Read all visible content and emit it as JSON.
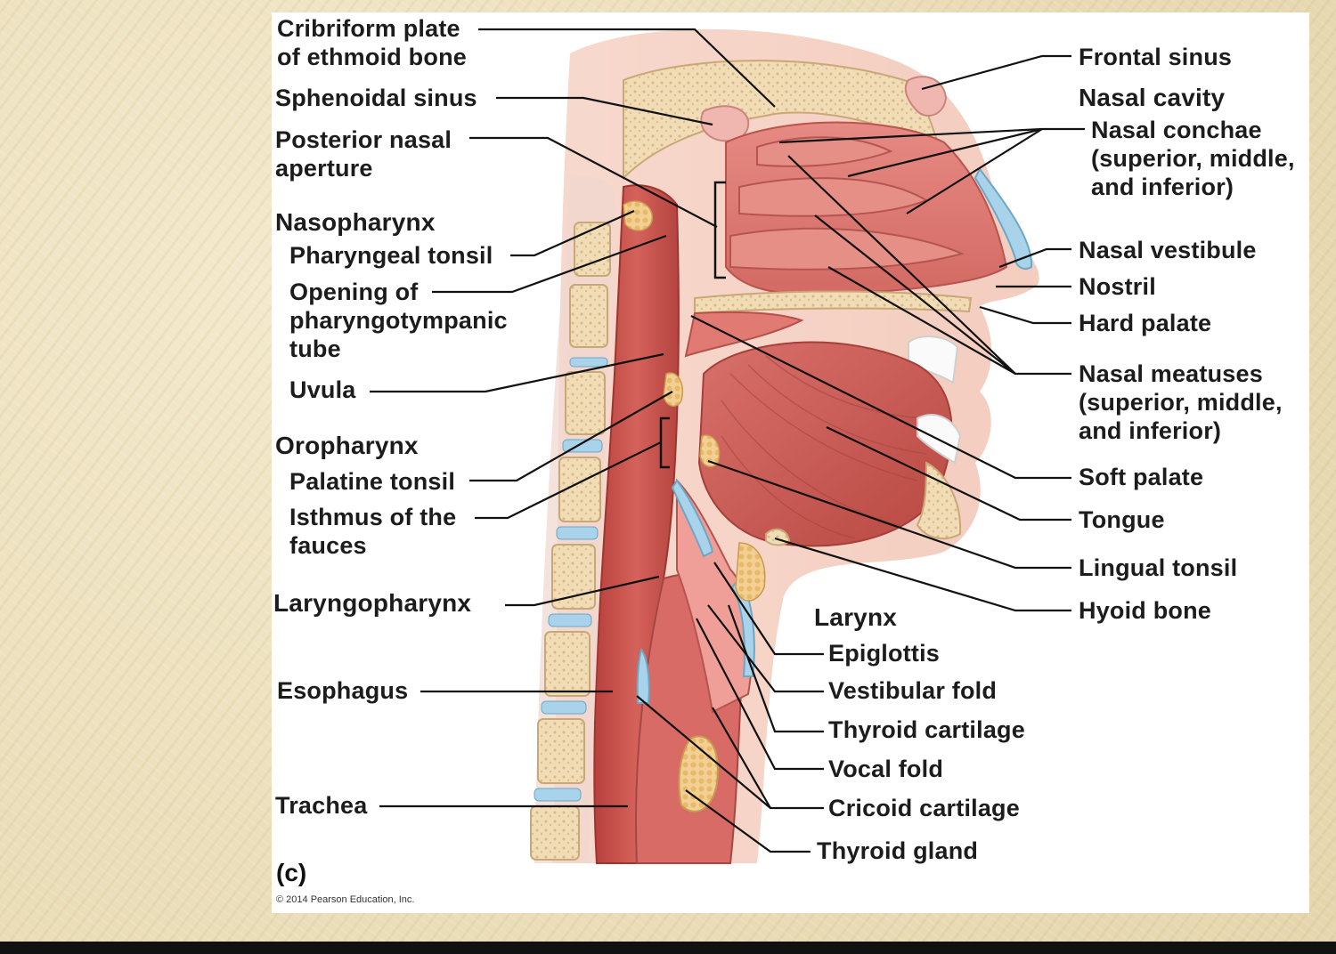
{
  "labels": {
    "cribriform": "Cribriform plate\nof ethmoid bone",
    "sphenoidal_sinus": "Sphenoidal sinus",
    "posterior_nasal_aperture": "Posterior nasal\naperture",
    "nasopharynx": "Nasopharynx",
    "pharyngeal_tonsil": "Pharyngeal tonsil",
    "opening_tube": "Opening of\npharyngotympanic\ntube",
    "uvula": "Uvula",
    "oropharynx": "Oropharynx",
    "palatine_tonsil": "Palatine tonsil",
    "isthmus": "Isthmus of the\nfauces",
    "laryngopharynx": "Laryngopharynx",
    "esophagus": "Esophagus",
    "trachea": "Trachea",
    "frontal_sinus": "Frontal sinus",
    "nasal_cavity": "Nasal cavity",
    "nasal_conchae": "Nasal conchae\n(superior, middle,\nand inferior)",
    "nasal_vestibule": "Nasal vestibule",
    "nostril": "Nostril",
    "hard_palate": "Hard palate",
    "nasal_meatuses": "Nasal meatuses\n(superior, middle,\nand inferior)",
    "soft_palate": "Soft palate",
    "tongue": "Tongue",
    "lingual_tonsil": "Lingual tonsil",
    "hyoid_bone": "Hyoid bone",
    "larynx": "Larynx",
    "epiglottis": "Epiglottis",
    "vestibular_fold": "Vestibular fold",
    "thyroid_cartilage": "Thyroid cartilage",
    "vocal_fold": "Vocal fold",
    "cricoid_cartilage": "Cricoid cartilage",
    "thyroid_gland": "Thyroid gland"
  },
  "panel_letter": "(c)",
  "copyright": "© 2014 Pearson Education, Inc.",
  "colors": {
    "muscle": "#c9544f",
    "muscle_light": "#e2857c",
    "bone": "#f1dcb6",
    "cartilage": "#a9d3ea",
    "tonsil": "#f0c787",
    "mucosa": "#f3b4ad",
    "background": "#efe4c4"
  }
}
